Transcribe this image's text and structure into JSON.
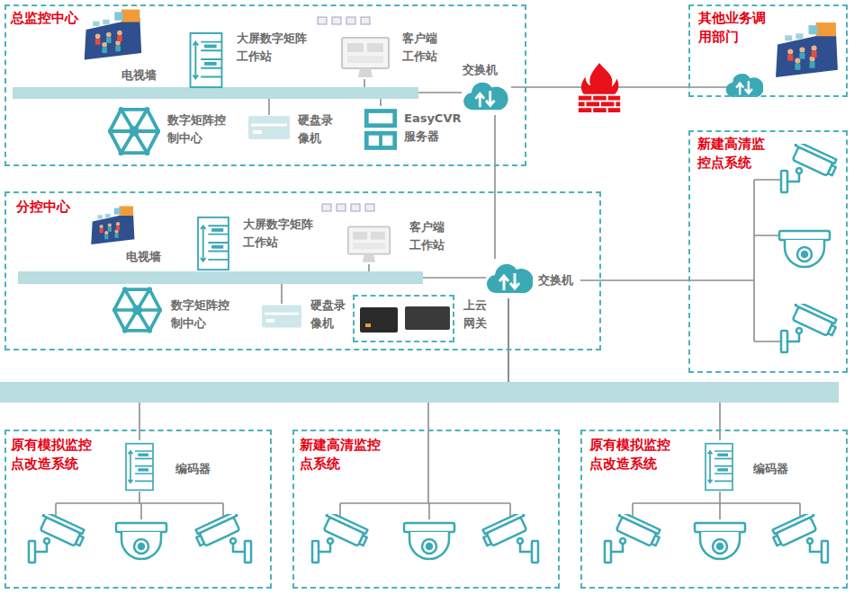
{
  "diagram": {
    "nodes": [
      {
        "text": [
          "总监控中心"
        ]
      },
      {
        "text": [
          "电视墙"
        ],
        "in": 0
      },
      {
        "text": [
          "大屏数字矩阵 工作站"
        ],
        "in": 0
      },
      {
        "text": [
          "客户端 工作站"
        ],
        "in": 0
      },
      {
        "text": [
          "数字矩阵控 制中心"
        ],
        "in": 0
      },
      {
        "text": [
          "硬盘录 像机"
        ],
        "in": 0
      },
      {
        "text": [
          "EasyCVR 服务器"
        ],
        "in": 0
      },
      {
        "text": [
          "交换机"
        ],
        "in": 0
      },
      {
        "text": [
          "其他业务调 用部门"
        ]
      },
      {
        "text": [
          "分控中心"
        ]
      },
      {
        "text": [
          "电视墙"
        ],
        "in": 9
      },
      {
        "text": [
          "大屏数字矩阵 工作站"
        ],
        "in": 9
      },
      {
        "text": [
          "客户端 工作站"
        ],
        "in": 9
      },
      {
        "text": [
          "数字矩阵控 制中心"
        ],
        "in": 9
      },
      {
        "text": [
          "硬盘录 像机"
        ],
        "in": 9
      },
      {
        "text": [
          "上云 网关"
        ],
        "in": 9
      },
      {
        "text": [
          "交换机"
        ],
        "in": 9
      },
      {
        "text": [
          "新建高清监 控点系统"
        ]
      },
      {
        "text": [
          "原有模拟监控 点改造系统"
        ]
      },
      {
        "text": [
          "编码器"
        ],
        "in": 18
      },
      {
        "text": [
          "新建高清监控 点系统"
        ]
      },
      {
        "text": [
          "原有模拟监控 点改造系统"
        ]
      },
      {
        "text": [
          "编码器"
        ],
        "in": 21
      }
    ],
    "edges": [
      {
        "from": 7,
        "to": 8,
        "arrow": "none"
      },
      {
        "from": 7,
        "to": 16,
        "arrow": "none"
      },
      {
        "from": 16,
        "to": 17,
        "arrow": "none"
      },
      {
        "from": 16,
        "to": 19,
        "arrow": "none"
      },
      {
        "from": 16,
        "to": 20,
        "arrow": "none"
      },
      {
        "from": 16,
        "to": 22,
        "arrow": "none"
      }
    ]
  }
}
